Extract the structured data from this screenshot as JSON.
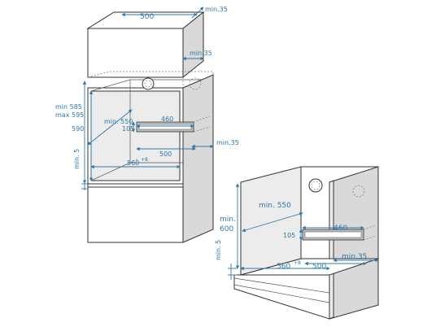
{
  "left_diagram": {
    "labels": {
      "top_width": "500",
      "top_min35": "min.35",
      "right_min35_upper": "min.35",
      "height_range_1": "min 585",
      "height_range_2": "max 595",
      "height_590": "590",
      "min5": "min. 5",
      "depth_min550": "min. 550",
      "vent_460": "460",
      "vent_105": "105",
      "width_500": "500",
      "right_min35_lower": "min.35",
      "width_560": "560",
      "width_560_tol": "+8"
    }
  },
  "right_diagram": {
    "labels": {
      "height_min600": "min. 600",
      "min5": "min. 5",
      "depth_min550": "min. 550",
      "vent_460": "460",
      "vent_105": "105",
      "width_560": "560",
      "width_560_tol": "+8",
      "width_500": "500",
      "min35": "min.35"
    }
  }
}
